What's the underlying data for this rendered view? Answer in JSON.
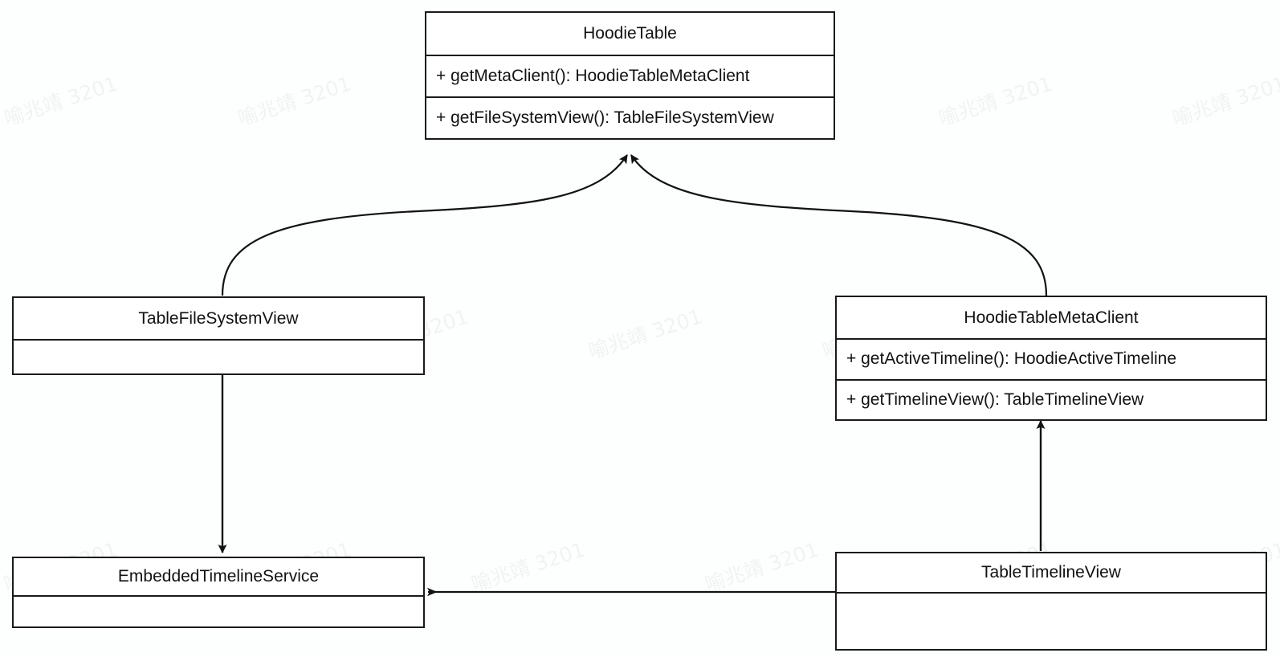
{
  "diagram": {
    "type": "uml-class-diagram",
    "background_color": "#fdfefe",
    "line_color": "#1a1a1a",
    "text_color": "#121212",
    "watermark": {
      "text": "喻兆靖 3201",
      "color": "#f1f3f3",
      "rotation_deg": -18
    },
    "classes": [
      {
        "id": "hoodie-table",
        "name": "HoodieTable",
        "members": [
          "+ getMetaClient(): HoodieTableMetaClient",
          "+ getFileSystemView(): TableFileSystemView"
        ]
      },
      {
        "id": "table-file-system-view",
        "name": "TableFileSystemView",
        "members": [
          ""
        ]
      },
      {
        "id": "hoodie-table-meta-client",
        "name": "HoodieTableMetaClient",
        "members": [
          "+ getActiveTimeline(): HoodieActiveTimeline",
          "+ getTimelineView(): TableTimelineView"
        ]
      },
      {
        "id": "embedded-timeline-service",
        "name": "EmbeddedTimelineService",
        "members": [
          ""
        ]
      },
      {
        "id": "table-timeline-view",
        "name": "TableTimelineView",
        "members": [
          ""
        ]
      }
    ],
    "edges": [
      {
        "id": "edge-tablefilesystemview-to-hoodietable",
        "from": "table-file-system-view",
        "to": "hoodie-table",
        "style": "curved",
        "arrowhead": "filled-triangle"
      },
      {
        "id": "edge-hoodietablemetaclient-to-hoodietable",
        "from": "hoodie-table-meta-client",
        "to": "hoodie-table",
        "style": "curved",
        "arrowhead": "filled-triangle"
      },
      {
        "id": "edge-tablefilesystemview-to-embeddedtimelineservice",
        "from": "table-file-system-view",
        "to": "embedded-timeline-service",
        "style": "straight-vertical",
        "arrowhead": "filled-triangle"
      },
      {
        "id": "edge-tabletimelineview-to-hoodietablemetaclient",
        "from": "table-timeline-view",
        "to": "hoodie-table-meta-client",
        "style": "straight-vertical",
        "arrowhead": "filled-triangle"
      },
      {
        "id": "edge-tabletimelineview-to-embeddedtimelineservice",
        "from": "table-timeline-view",
        "to": "embedded-timeline-service",
        "style": "straight-horizontal",
        "arrowhead": "open-arrow"
      }
    ]
  }
}
